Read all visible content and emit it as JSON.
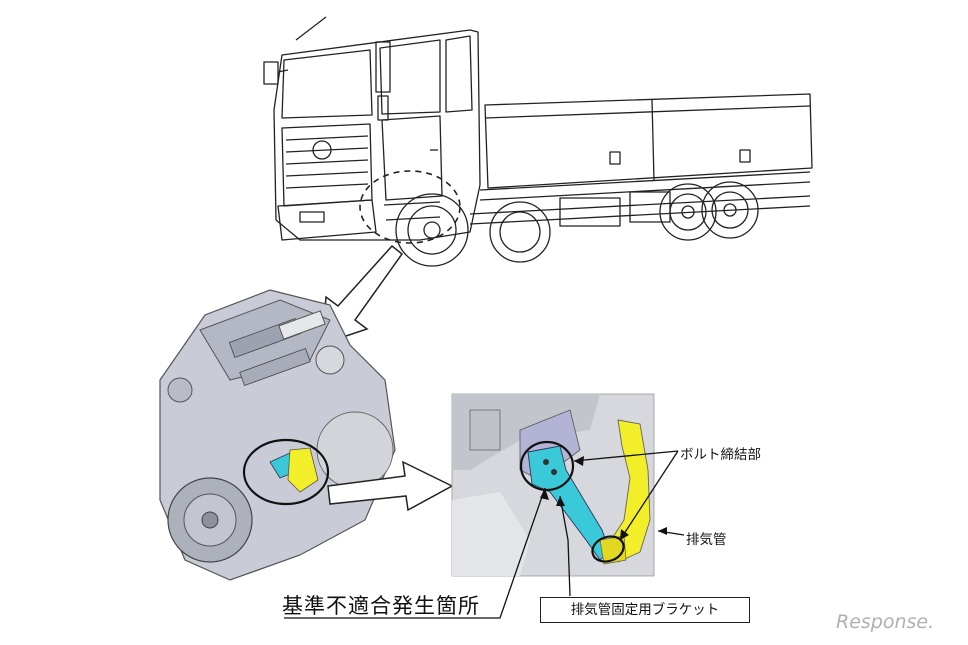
{
  "labels": {
    "main": "基準不適合発生箇所",
    "bolt": "ボルト締結部",
    "exhaust": "排気管",
    "bracket": "排気管固定用ブラケット"
  },
  "watermark": "Response.",
  "colors": {
    "bracket_part": "#39c9d9",
    "exhaust_part": "#f2ee2a",
    "engine_block": "#c9ccd6",
    "line": "#222222"
  },
  "icons": [
    "truck-illustration",
    "engine-render",
    "arrow-icon"
  ]
}
